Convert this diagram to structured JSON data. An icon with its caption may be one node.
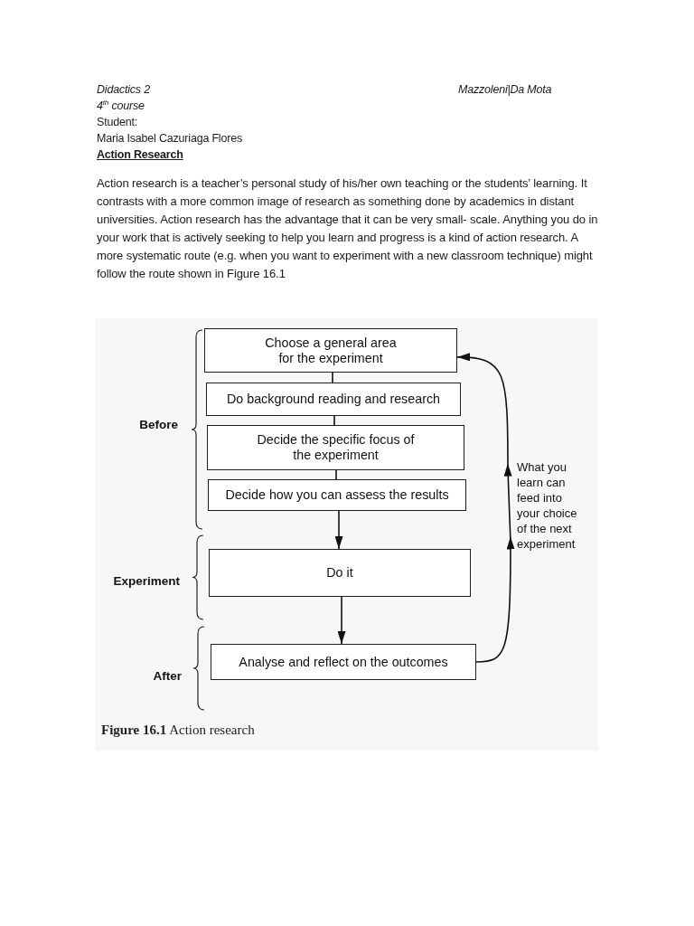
{
  "diagram": {
    "title": "Action Research",
    "caption": "**Figure 16.1** Action research",
    "nodes": [
      {
        "text": [
          "Choose a general area for the experiment"
        ]
      },
      {
        "text": [
          "Do background reading and research"
        ]
      },
      {
        "text": [
          "Decide the specific focus of the experiment"
        ]
      },
      {
        "text": [
          "Decide how you can assess the results"
        ]
      },
      {
        "text": [
          "Do it"
        ]
      },
      {
        "text": [
          "Analyse and reflect on the outcomes"
        ]
      }
    ],
    "edges": [
      {
        "from": 0,
        "to": 1,
        "arrow": "none"
      },
      {
        "from": 1,
        "to": 2,
        "arrow": "none"
      },
      {
        "from": 2,
        "to": 3,
        "arrow": "none"
      },
      {
        "from": 3,
        "to": 4,
        "arrow": "to"
      },
      {
        "from": 4,
        "to": 5,
        "arrow": "to"
      },
      {
        "from": 5,
        "to": 0,
        "arrow": "to",
        "label": "What you learn can feed into your choice of the next experiment"
      }
    ],
    "labels": [
      "Didactics 2",
      "Mazzoleni|Da Mota",
      "4$^{th}$ course",
      "Student:",
      "Maria Isabel Cazuriaga Flores",
      "Action research is a teacher’s personal study of his/her own teaching or the students’ learning. It contrasts with a more common image of research as something done by academics in distant universities. Action research has the advantage that it can be very small- scale. Anything you do in your work that is actively seeking to help you learn and progress is a kind of action research. A more systematic route (e.g. when you want to experiment with a new classroom technique) might follow the route shown in Figure 16.1",
      "Before",
      "Experiment",
      "After"
    ]
  }
}
